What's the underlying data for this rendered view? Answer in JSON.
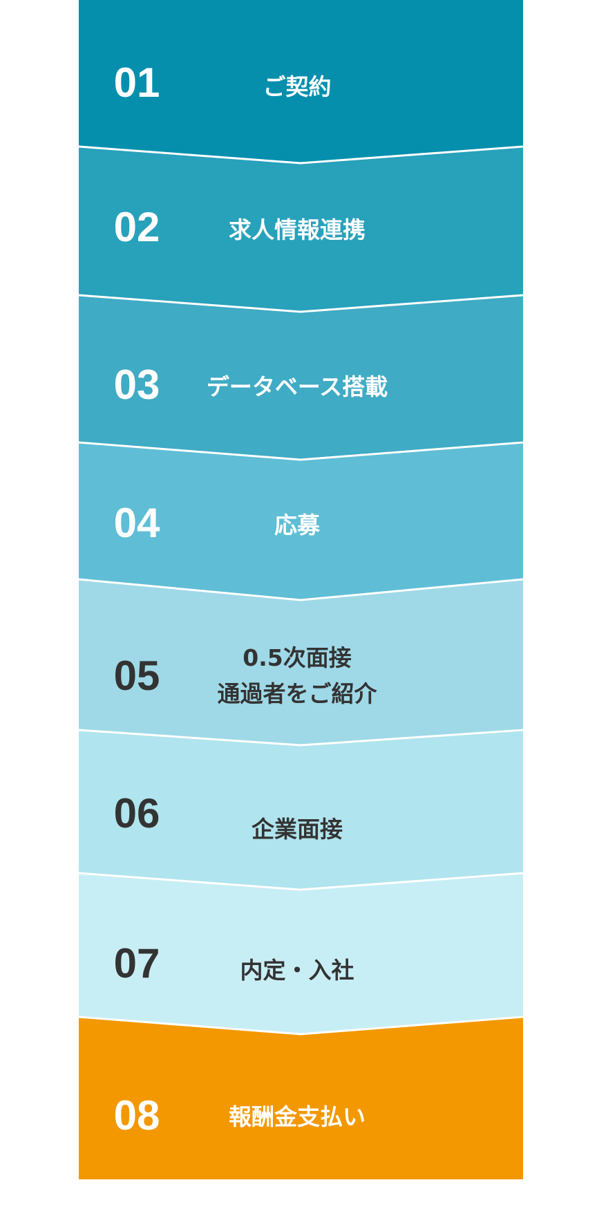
{
  "steps": [
    {
      "number": "01",
      "label": "ご契約",
      "color": "#058fad",
      "text_color": "#ffffff"
    },
    {
      "number": "02",
      "label": "求人情報連携",
      "color": "#28a1bb",
      "text_color": "#ffffff"
    },
    {
      "number": "03",
      "label": "データベース搭載",
      "color": "#40abc4",
      "text_color": "#ffffff"
    },
    {
      "number": "04",
      "label": "応募",
      "color": "#5fbed5",
      "text_color": "#ffffff"
    },
    {
      "number": "05",
      "label": "0.5次面接\n通過者をご紹介",
      "color": "#9fd9e7",
      "text_color": "#333333"
    },
    {
      "number": "06",
      "label": "企業面接",
      "color": "#b0e4ee",
      "text_color": "#333333"
    },
    {
      "number": "07",
      "label": "内定・入社",
      "color": "#c8eef5",
      "text_color": "#333333"
    },
    {
      "number": "08",
      "label": "報酬金支払い",
      "color": "#f39800",
      "text_color": "#ffffff"
    }
  ]
}
